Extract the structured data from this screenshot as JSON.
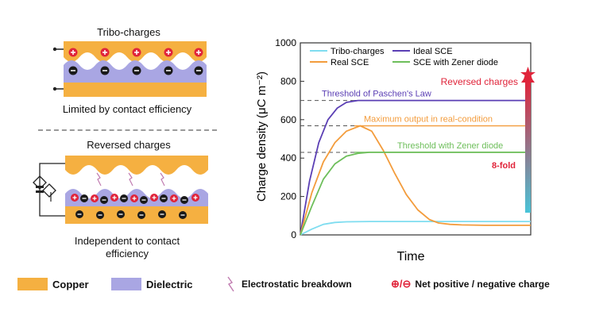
{
  "top_panel": {
    "title": "Tribo-charges",
    "caption": "Limited by contact efficiency"
  },
  "bottom_panel": {
    "title": "Reversed charges",
    "caption_line1": "Independent to contact",
    "caption_line2": "efficiency"
  },
  "legend": {
    "copper": "Copper",
    "dielectric": "Dielectric",
    "breakdown": "Electrostatic breakdown",
    "charge_symbols": "⊕/⊖",
    "charge_label": "Net positive / negative charge"
  },
  "colors": {
    "copper": "#F5B041",
    "dielectric": "#A9A6E3",
    "tribo": "#7FDDF0",
    "ideal": "#5B3FB4",
    "real": "#F39C3C",
    "zener": "#6DBE5A",
    "accent_red": "#E0243A"
  },
  "chart_data": {
    "type": "line",
    "xlabel": "Time",
    "ylabel": "Charge density (μC m⁻²)",
    "ylim": [
      0,
      1000
    ],
    "yticks": [
      "0",
      "200",
      "400",
      "600",
      "800",
      "1000"
    ],
    "series": [
      {
        "name": "Tribo-charges",
        "color": "#7FDDF0",
        "x": [
          0,
          0.05,
          0.1,
          0.15,
          0.2,
          0.3,
          0.5,
          1.0
        ],
        "values": [
          0,
          30,
          55,
          65,
          68,
          70,
          70,
          70
        ]
      },
      {
        "name": "Ideal SCE",
        "color": "#5B3FB4",
        "x": [
          0,
          0.04,
          0.08,
          0.12,
          0.16,
          0.2,
          0.25,
          0.3,
          1.0
        ],
        "values": [
          0,
          280,
          480,
          600,
          660,
          690,
          700,
          700,
          700
        ]
      },
      {
        "name": "Real SCE",
        "color": "#F39C3C",
        "x": [
          0,
          0.05,
          0.1,
          0.15,
          0.2,
          0.26,
          0.31,
          0.36,
          0.41,
          0.46,
          0.51,
          0.56,
          0.6,
          0.65,
          0.7,
          0.8,
          1.0
        ],
        "values": [
          0,
          220,
          380,
          480,
          540,
          568,
          540,
          440,
          320,
          210,
          130,
          80,
          62,
          55,
          52,
          50,
          50
        ]
      },
      {
        "name": "SCE with Zener diode",
        "color": "#6DBE5A",
        "x": [
          0,
          0.05,
          0.1,
          0.15,
          0.2,
          0.25,
          0.3,
          1.0
        ],
        "values": [
          0,
          150,
          290,
          370,
          410,
          425,
          430,
          430
        ]
      }
    ],
    "thresholds": [
      {
        "label": "Threshold of Paschen's Law",
        "value": 700,
        "color": "#5B3FB4"
      },
      {
        "label": "Maximum output in real-condition",
        "value": 568,
        "color": "#F39C3C"
      },
      {
        "label": "Threshold with Zener diode",
        "value": 430,
        "color": "#6DBE5A"
      }
    ],
    "annotations": {
      "reversed": "Reversed charges",
      "fold": "8-fold"
    }
  }
}
